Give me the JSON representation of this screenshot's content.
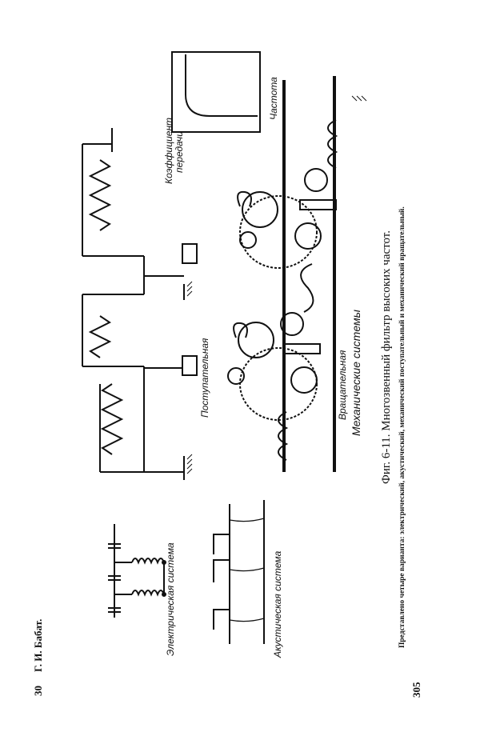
{
  "footer": {
    "page_left": "30",
    "author": "Г. И. Бабат.",
    "page_right": "305"
  },
  "caption": {
    "title": "Фиг. 6-11. Многозвенный фильтр высоких частот.",
    "subtitle": "Представлено четыре варианта: электрический, акустический, механический поступательный и механический вращательный."
  },
  "labels": {
    "electric": "Электрическая система",
    "acoustic": "Акустическая система",
    "mechanical": "Механические системы",
    "translational": "Поступательная",
    "rotational": "Вращательная",
    "coefficient": "Коэффициент передачи",
    "frequency": "Частота"
  }
}
